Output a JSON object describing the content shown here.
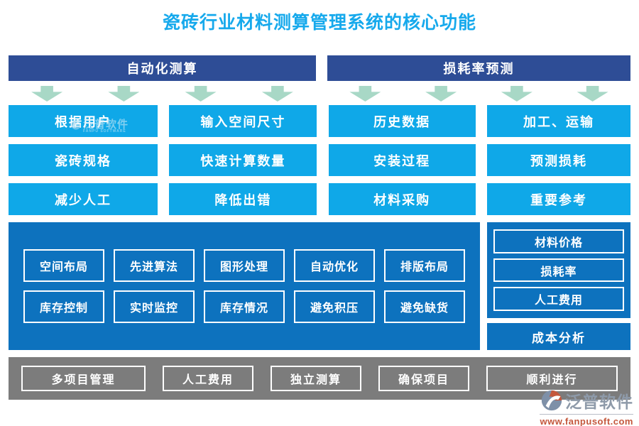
{
  "title": "瓷砖行业材料测算管理系统的核心功能",
  "headers": [
    {
      "label": "自动化测算"
    },
    {
      "label": "损耗率预测"
    }
  ],
  "feature_rows": [
    [
      "根据用户",
      "输入空间尺寸",
      "历史数据",
      "加工、运输"
    ],
    [
      "瓷砖规格",
      "快速计算数量",
      "安装过程",
      "预测损耗"
    ],
    [
      "减少人工",
      "降低出错",
      "材料采购",
      "重要参考"
    ]
  ],
  "middle_panel": {
    "rows": [
      [
        "空间布局",
        "先进算法",
        "图形处理",
        "自动优化",
        "排版布局"
      ],
      [
        "库存控制",
        "实时监控",
        "库存情况",
        "避免积压",
        "避免缺货"
      ]
    ]
  },
  "right_panel": {
    "items": [
      "材料价格",
      "损耗率",
      "人工费用"
    ],
    "footer": "成本分析"
  },
  "bottom_bar": {
    "items": [
      "多项目管理",
      "人工费用",
      "独立测算",
      "确保项目",
      "顺利进行"
    ]
  },
  "watermark": {
    "text": "泛普软件",
    "subtext": "FANPU SOFTWARE"
  },
  "brand": {
    "name": "泛普软件",
    "url": "www.fanpusoft.com"
  },
  "icons": {
    "down_arrow_icon": "▼ green block arrow",
    "fanpu_logo_icon": "two-tone circle swirl"
  },
  "colors": {
    "title_blue": "#16a9ec",
    "header_navy": "#2e4d96",
    "box_cyan": "#0fa8e8",
    "panel_blue": "#0d72be",
    "bar_gray": "#7c7c7c",
    "arrow_green": "#a8d8c6",
    "brand_gray": "#8e9aa9",
    "brand_orange": "#c4573c"
  }
}
